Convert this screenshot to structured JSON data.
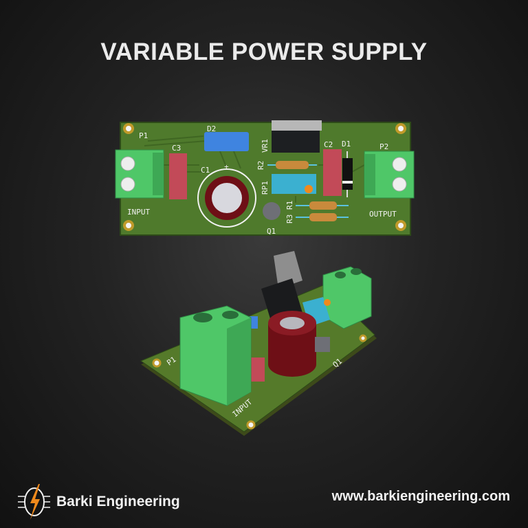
{
  "title": "VARIABLE POWER SUPPLY",
  "pcb_top": {
    "labels": {
      "p1": "P1",
      "p2": "P2",
      "c1": "C1",
      "c2": "C2",
      "c3": "C3",
      "d1": "D1",
      "d2": "D2",
      "vr1": "VR1",
      "r1": "R1",
      "r2": "R2",
      "r3": "R3",
      "rp1": "RP1",
      "q1": "Q1",
      "input": "INPUT",
      "output": "OUTPUT",
      "plus": "+"
    }
  },
  "pcb_3d": {
    "labels": {
      "p1": "P1",
      "input": "INPUT",
      "q1": "Q1"
    }
  },
  "footer": {
    "brand": "Barki Engineering",
    "website": "www.barkiengineering.com"
  },
  "colors": {
    "board": "#4f7a2c",
    "terminal": "#4fc768",
    "accent": "#f08a1c",
    "capacitor": "#6e0f16"
  }
}
